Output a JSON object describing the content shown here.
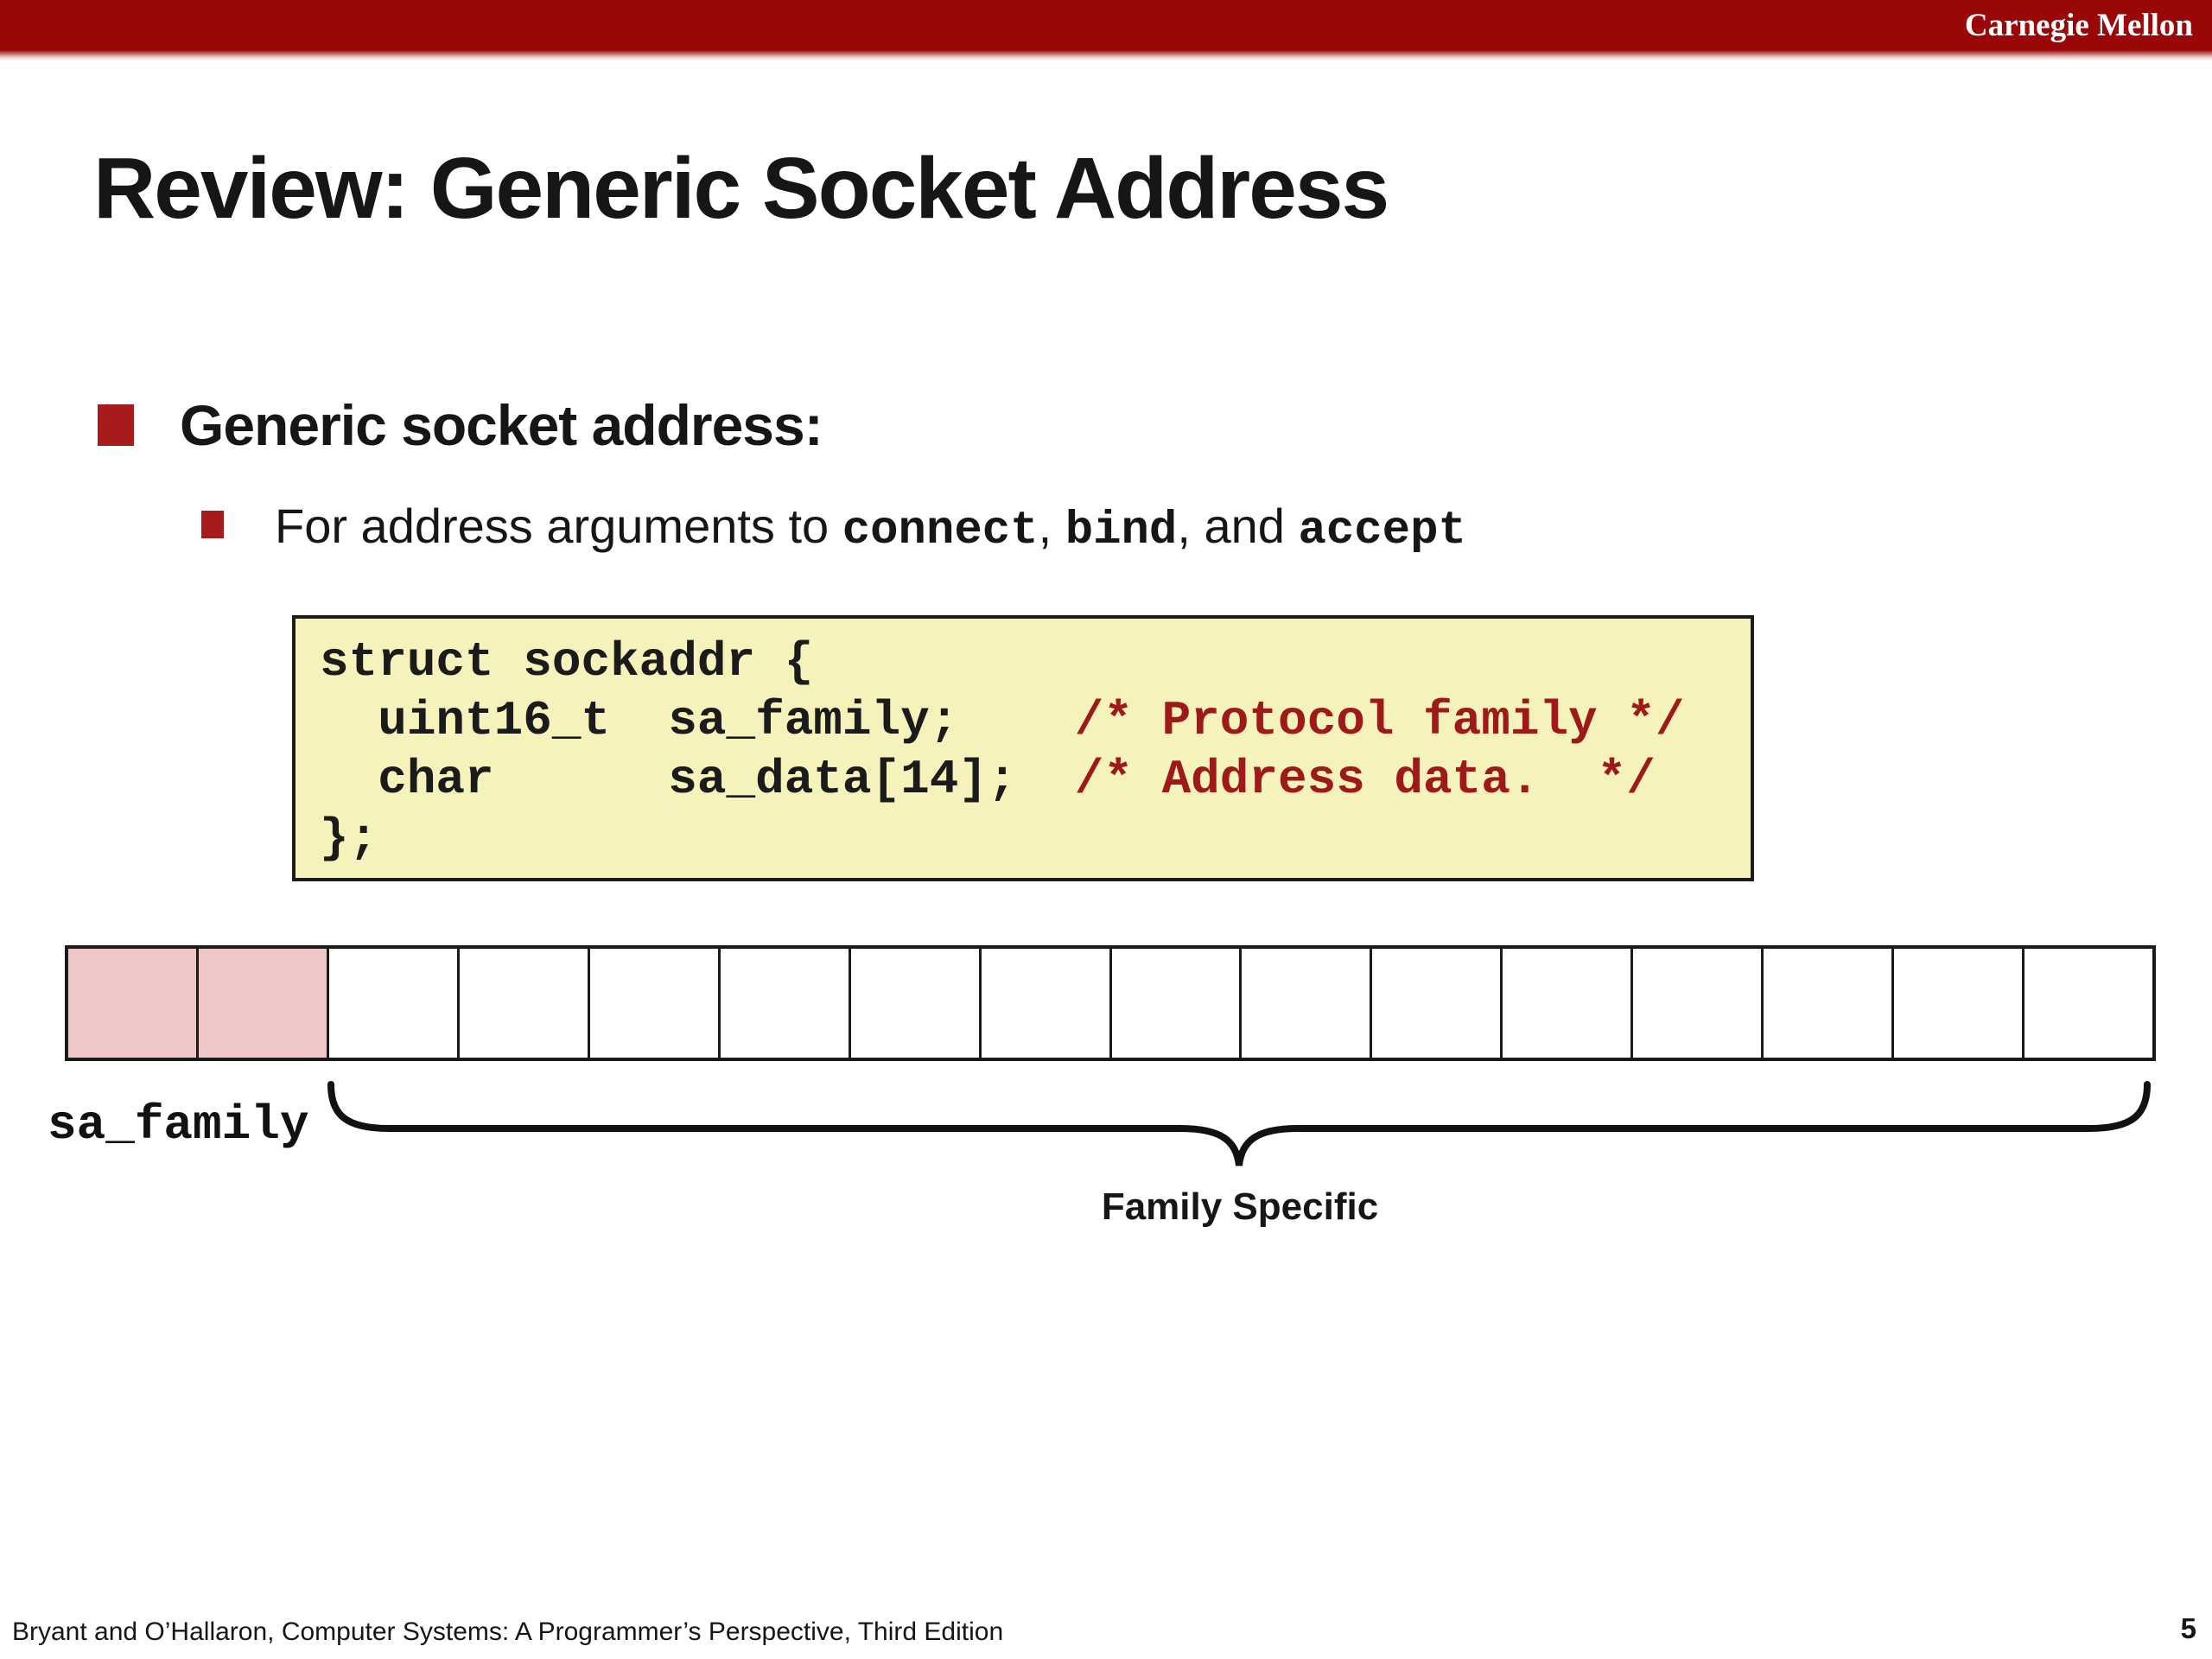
{
  "header": {
    "brand": "Carnegie Mellon"
  },
  "title": "Review: Generic Socket Address",
  "bullets": {
    "main": "Generic socket address:",
    "sub_prefix": "For address arguments to ",
    "sub_code1": "connect",
    "sub_sep1": ", ",
    "sub_code2": "bind",
    "sub_sep2": ", and ",
    "sub_code3": "accept"
  },
  "code_block": {
    "lines": [
      {
        "code": "struct sockaddr {",
        "comment": ""
      },
      {
        "code": "  uint16_t  sa_family;    ",
        "comment": "/* Protocol family */"
      },
      {
        "code": "  char      sa_data[14];  ",
        "comment": "/* Address data.  */"
      },
      {
        "code": "};",
        "comment": ""
      }
    ]
  },
  "diagram": {
    "sa_family_label": "sa_family",
    "family_specific_label": "Family Specific",
    "cells": {
      "total": 16,
      "highlighted": 2
    }
  },
  "footer": {
    "citation": "Bryant and O’Hallaron, Computer Systems: A Programmer’s Perspective, Third Edition",
    "page_number": "5"
  },
  "colors": {
    "header_red": "#990707",
    "bullet_red": "#a81b1b",
    "code_bg": "#f5f2bb",
    "comment_red": "#9e1a1a",
    "cell_pink": "#efc7c7",
    "cell_white": "#ffffff"
  }
}
